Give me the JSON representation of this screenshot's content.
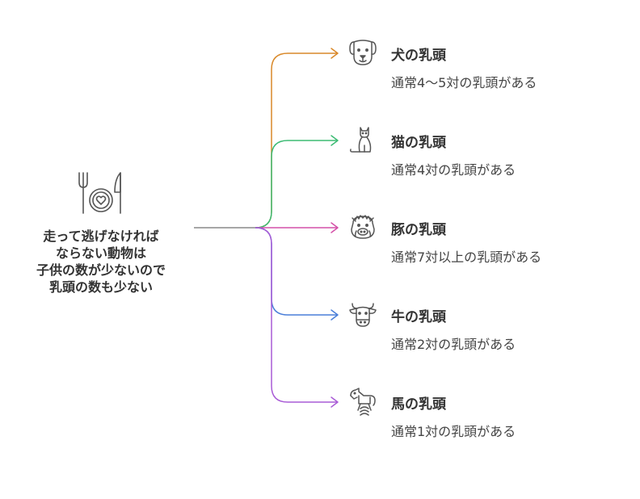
{
  "root": {
    "lines": [
      "走って逃げなければ",
      "ならない動物は",
      "子供の数が少ないので",
      "乳頭の数も少ない"
    ],
    "icon": "plate-fork-knife-heart-icon"
  },
  "branches": [
    {
      "title": "犬の乳頭",
      "desc": "通常4〜5対の乳頭がある",
      "icon": "dog-icon",
      "color": "#D9892A"
    },
    {
      "title": "猫の乳頭",
      "desc": "通常4対の乳頭がある",
      "icon": "cat-icon",
      "color": "#3DBB74"
    },
    {
      "title": "豚の乳頭",
      "desc": "通常7対以上の乳頭がある",
      "icon": "boar-icon",
      "color": "#D450A8"
    },
    {
      "title": "牛の乳頭",
      "desc": "通常2対の乳頭がある",
      "icon": "cow-icon",
      "color": "#4A7FD9"
    },
    {
      "title": "馬の乳頭",
      "desc": "通常1対の乳頭がある",
      "icon": "horse-icon",
      "color": "#A95CD6"
    }
  ],
  "stem_color": "#888888"
}
